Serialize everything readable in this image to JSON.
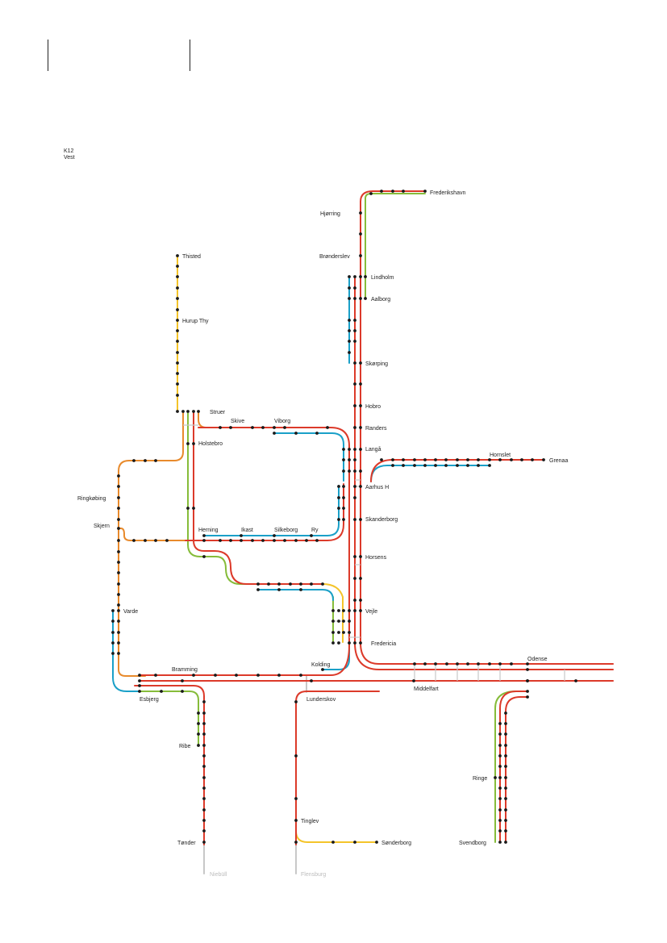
{
  "sheet": {
    "code": "K12",
    "region": "Vest"
  },
  "colors": {
    "red": "#dc3a2a",
    "orange": "#e88a2c",
    "green": "#86bc3a",
    "blue": "#1aa0c8",
    "yellow": "#f4c42a",
    "grey": "#c8c8c8",
    "dot": "#1a1a1a"
  },
  "stations": [
    {
      "id": "frederikshavn",
      "label": "Frederikshavn"
    },
    {
      "id": "hjorring",
      "label": "Hjørring"
    },
    {
      "id": "bronderslev",
      "label": "Brønderslev"
    },
    {
      "id": "lindholm",
      "label": "Lindholm"
    },
    {
      "id": "aalborg",
      "label": "Aalborg"
    },
    {
      "id": "thisted",
      "label": "Thisted"
    },
    {
      "id": "hurup-thy",
      "label": "Hurup Thy"
    },
    {
      "id": "skorping",
      "label": "Skørping"
    },
    {
      "id": "hobro",
      "label": "Hobro"
    },
    {
      "id": "struer",
      "label": "Struer"
    },
    {
      "id": "skive",
      "label": "Skive"
    },
    {
      "id": "viborg",
      "label": "Viborg"
    },
    {
      "id": "randers",
      "label": "Randers"
    },
    {
      "id": "holstebro",
      "label": "Holstebro"
    },
    {
      "id": "langaa",
      "label": "Langå"
    },
    {
      "id": "hornslet",
      "label": "Hornslet"
    },
    {
      "id": "grenaa",
      "label": "Grenaa"
    },
    {
      "id": "aarhus-h",
      "label": "Aarhus H"
    },
    {
      "id": "ringkobing",
      "label": "Ringkøbing"
    },
    {
      "id": "skanderborg",
      "label": "Skanderborg"
    },
    {
      "id": "skjern",
      "label": "Skjern"
    },
    {
      "id": "herning",
      "label": "Herning"
    },
    {
      "id": "ikast",
      "label": "Ikast"
    },
    {
      "id": "silkeborg",
      "label": "Silkeborg"
    },
    {
      "id": "ry",
      "label": "Ry"
    },
    {
      "id": "horsens",
      "label": "Horsens"
    },
    {
      "id": "varde",
      "label": "Varde"
    },
    {
      "id": "vejle",
      "label": "Vejle"
    },
    {
      "id": "fredericia",
      "label": "Fredericia"
    },
    {
      "id": "odense",
      "label": "Odense"
    },
    {
      "id": "kolding",
      "label": "Kolding"
    },
    {
      "id": "bramming",
      "label": "Bramming"
    },
    {
      "id": "middelfart",
      "label": "Middelfart"
    },
    {
      "id": "esbjerg",
      "label": "Esbjerg"
    },
    {
      "id": "lunderskov",
      "label": "Lunderskov"
    },
    {
      "id": "ribe",
      "label": "Ribe"
    },
    {
      "id": "ringe",
      "label": "Ringe"
    },
    {
      "id": "tinglev",
      "label": "Tinglev"
    },
    {
      "id": "tonder",
      "label": "Tønder"
    },
    {
      "id": "sonderborg",
      "label": "Sønderborg"
    },
    {
      "id": "svendborg",
      "label": "Svendborg"
    },
    {
      "id": "niebull",
      "label": "Niebüll"
    },
    {
      "id": "flensburg",
      "label": "Flensburg"
    }
  ]
}
